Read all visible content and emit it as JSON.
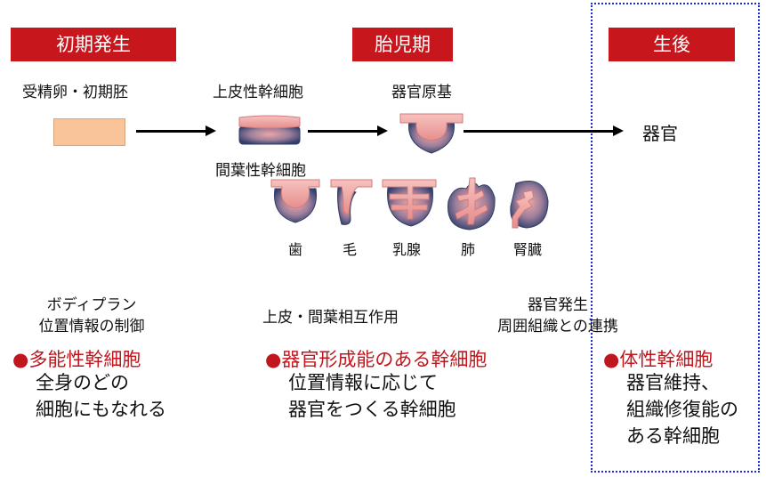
{
  "stages": {
    "early": "初期発生",
    "fetal": "胎児期",
    "postnatal": "生後"
  },
  "flow": {
    "fertilized_egg": "受精卵・初期胚",
    "epithelial_stem": "上皮性幹細胞",
    "mesenchymal_stem": "間葉性幹細胞",
    "organ_primordium": "器官原基",
    "organ": "器官"
  },
  "organs": [
    "歯",
    "毛",
    "乳腺",
    "肺",
    "腎臓"
  ],
  "mechanisms": {
    "positional_1": "ボディプラン",
    "positional_2": "位置情報の制御",
    "interaction": "上皮・間葉相互作用",
    "organogenesis_1": "器官発生",
    "organogenesis_2": "周囲組織との連携"
  },
  "stem_cells": {
    "pluripotent_head": "●多能性幹細胞",
    "pluripotent_line1": "全身のどの",
    "pluripotent_line2": "細胞にもなれる",
    "organ_forming_head": "●器官形成能のある幹細胞",
    "organ_forming_line1": "位置情報に応じて",
    "organ_forming_line2": "器官をつくる幹細胞",
    "somatic_head": "●体性幹細胞",
    "somatic_line1": "器官維持、",
    "somatic_line2": "組織修復能の",
    "somatic_line3": "ある幹細胞"
  },
  "colors": {
    "stage_red": "#c8161d",
    "text_red": "#c0161d",
    "frame_blue": "#1a2bd6",
    "egg_fill": "#f9c49a",
    "epithelium_pink": "#f2aaa8",
    "mesenchyme_blue": "#3d4f7a"
  }
}
